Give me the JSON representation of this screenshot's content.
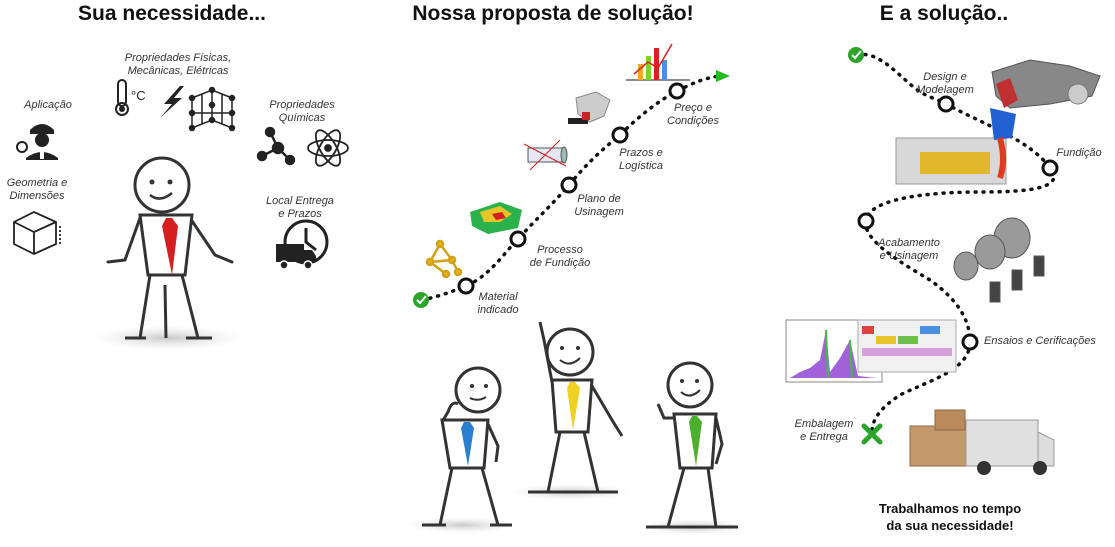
{
  "sections": {
    "needs_title": "Sua necessidade...",
    "proposal_title": "Nossa proposta de solução!",
    "solution_title": "E a solução.."
  },
  "needs": {
    "aplicacao": "Aplicação",
    "propriedades_fisicas": "Propriedades Físicas,\nMecânicas, Elétricas",
    "propriedades_quimicas": "Propriedades\nQuímicas",
    "geometria": "Geometria e\nDimensões",
    "local_entrega": "Local Entrega\ne Prazos"
  },
  "proposal_steps": [
    {
      "label": "Material\nindicado"
    },
    {
      "label": "Processo\nde Fundição"
    },
    {
      "label": "Plano de\nUsinagem"
    },
    {
      "label": "Prazos e\nLogística"
    },
    {
      "label": "Preço e\nCondições"
    }
  ],
  "solution_steps": [
    {
      "label": "Design e\nModelagem"
    },
    {
      "label": "Fundição"
    },
    {
      "label": "Acabamento\ne Usinagem"
    },
    {
      "label": "Ensaios e Cerificações"
    },
    {
      "label": "Embalagem\ne Entrega"
    }
  ],
  "footer_note": "Trabalhamos no tempo\nda sua necessidade!",
  "colors": {
    "tie_red": "#d42020",
    "tie_blue": "#2a7fd0",
    "tie_yellow": "#f0d020",
    "tie_green": "#4caf2e",
    "check_green": "#2aa52a",
    "arrow_green": "#22bb22"
  }
}
